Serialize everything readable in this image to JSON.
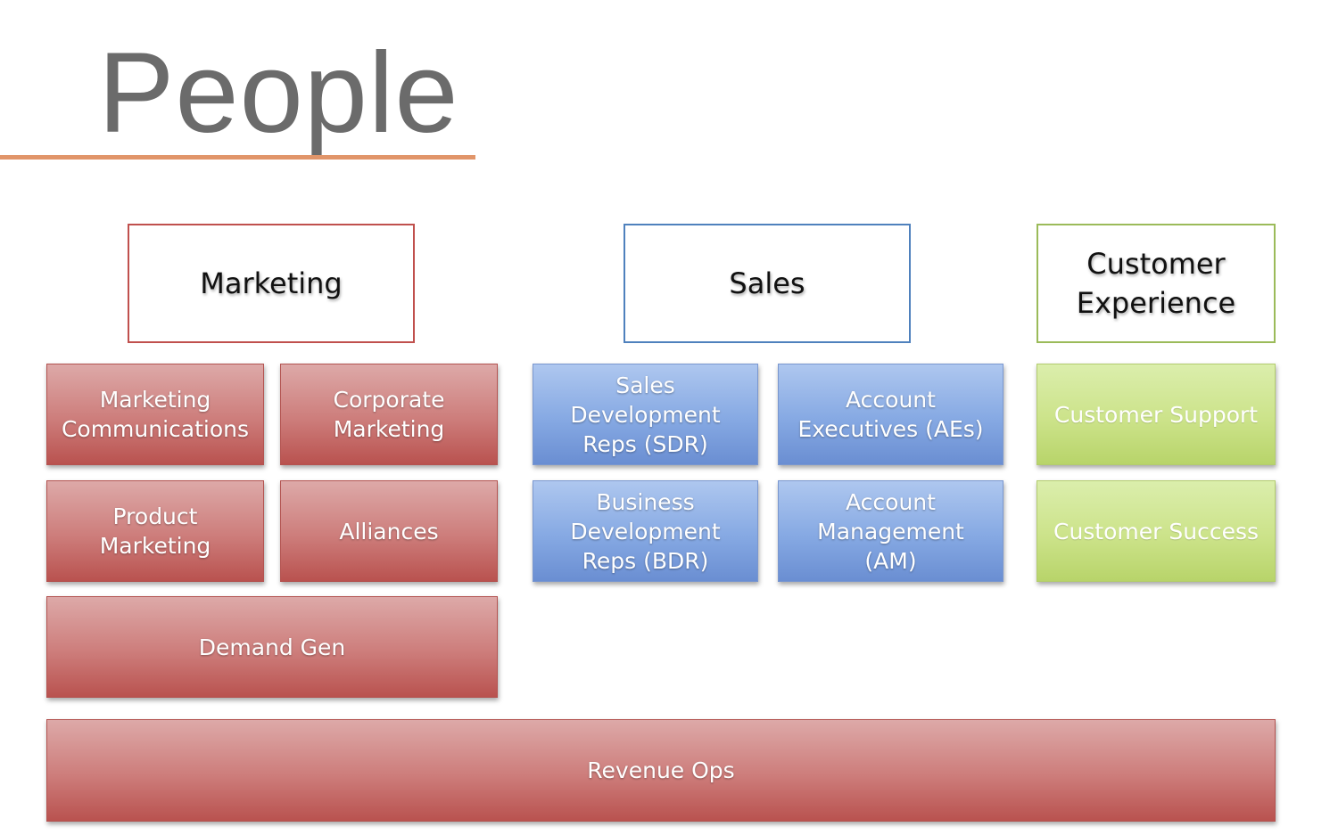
{
  "title": "People",
  "colors": {
    "title_rule": "#e1956a",
    "marketing": "#c0504d",
    "sales": "#4f81bd",
    "customer_experience": "#9bbb59"
  },
  "marketing": {
    "header": "Marketing",
    "marketing_communications": "Marketing\nCommunications",
    "corporate_marketing": "Corporate\nMarketing",
    "product_marketing": "Product\nMarketing",
    "alliances": "Alliances",
    "demand_gen": "Demand Gen"
  },
  "sales": {
    "header": "Sales",
    "sdr": "Sales\nDevelopment\nReps (SDR)",
    "ae": "Account\nExecutives (AEs)",
    "bdr": "Business\nDevelopment\nReps (BDR)",
    "am": "Account\nManagement\n(AM)"
  },
  "customer_experience": {
    "header": "Customer\nExperience",
    "support": "Customer Support",
    "success": "Customer Success"
  },
  "revenue_ops": "Revenue Ops"
}
